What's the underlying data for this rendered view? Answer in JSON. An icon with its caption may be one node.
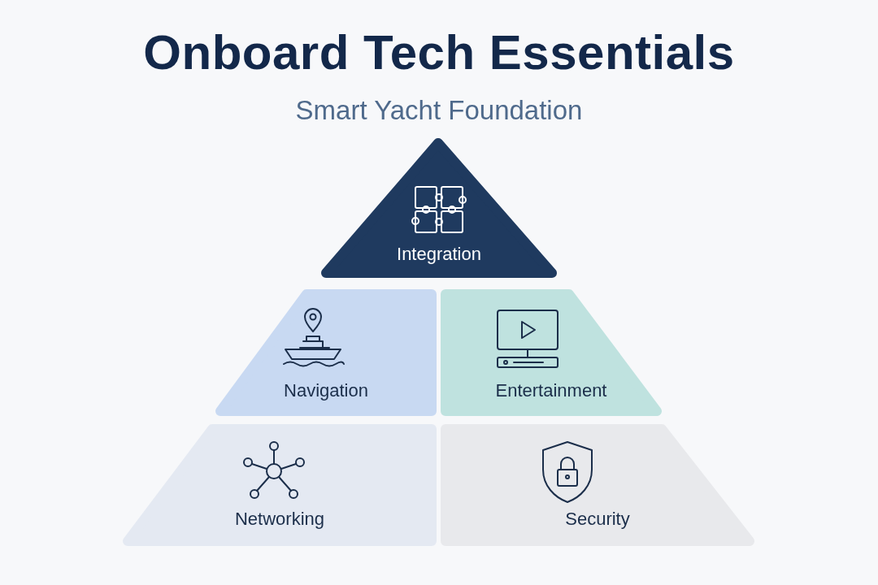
{
  "diagram": {
    "title": "Onboard Tech Essentials",
    "nodes": [
      {
        "text": [
          "Integration"
        ]
      },
      {
        "text": [
          "Navigation"
        ]
      },
      {
        "text": [
          "Entertainment"
        ]
      },
      {
        "text": [
          "Networking"
        ]
      },
      {
        "text": [
          "Security"
        ]
      }
    ],
    "labels": [
      "Smart Yacht Foundation"
    ]
  }
}
